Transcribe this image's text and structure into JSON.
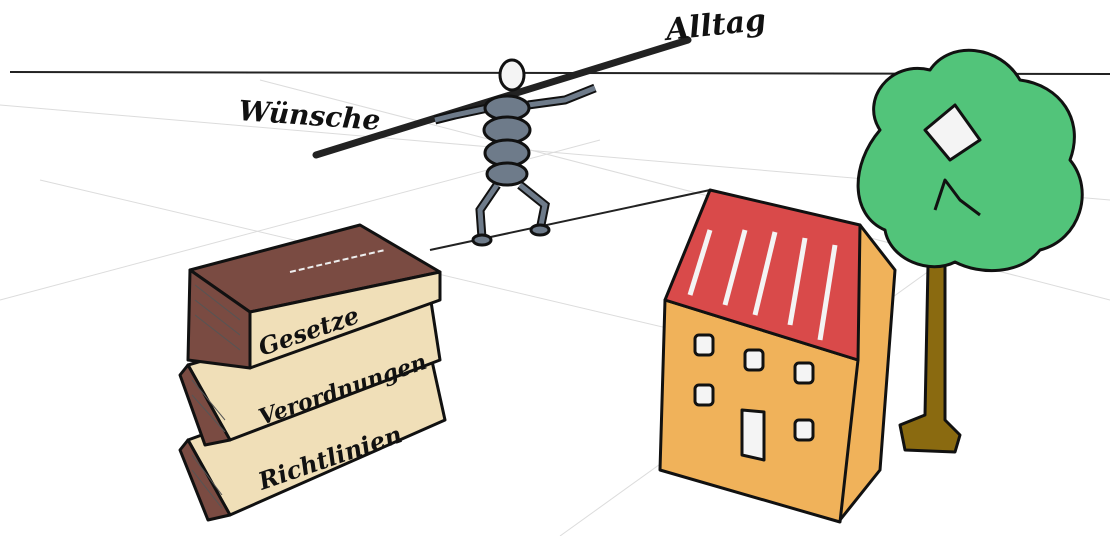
{
  "labels": {
    "alltag": "Alltag",
    "wuensche": "Wünsche"
  },
  "books": [
    {
      "label": "Gesetze"
    },
    {
      "label": "Verordnungen"
    },
    {
      "label": "Richtlinien"
    }
  ],
  "colors": {
    "book_cover": "#7a4b42",
    "book_spine": "#f0dfb8",
    "roof": "#d94a4a",
    "house_wall": "#f0b25a",
    "tree_crown": "#52c47a",
    "tree_trunk": "#8a6a10",
    "figure": "#6e7b8a",
    "ink": "#111111"
  }
}
